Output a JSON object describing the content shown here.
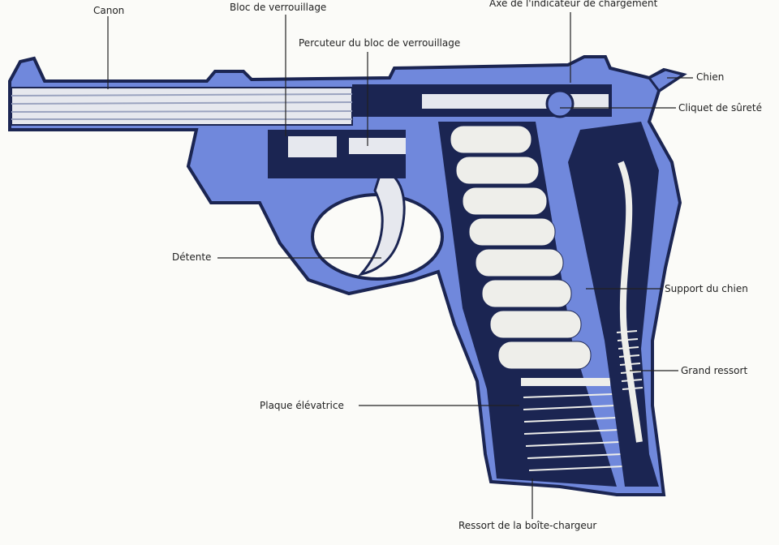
{
  "colors": {
    "body_blue": "#7088dc",
    "outline_dark": "#1b2552",
    "paper": "#fbfbf8",
    "metal_light": "#e6e8ee"
  },
  "labels": {
    "canon": "Canon",
    "bloc_verrouillage": "Bloc de verrouillage",
    "percuteur": "Percuteur du bloc de verrouillage",
    "axe_indicateur": "Axe de l'indicateur de chargement",
    "chien": "Chien",
    "cliquet": "Cliquet de sûreté",
    "detente": "Détente",
    "support_chien": "Support du chien",
    "grand_ressort": "Grand ressort",
    "plaque": "Plaque élévatrice",
    "ressort_boite": "Ressort de la boîte-chargeur"
  }
}
